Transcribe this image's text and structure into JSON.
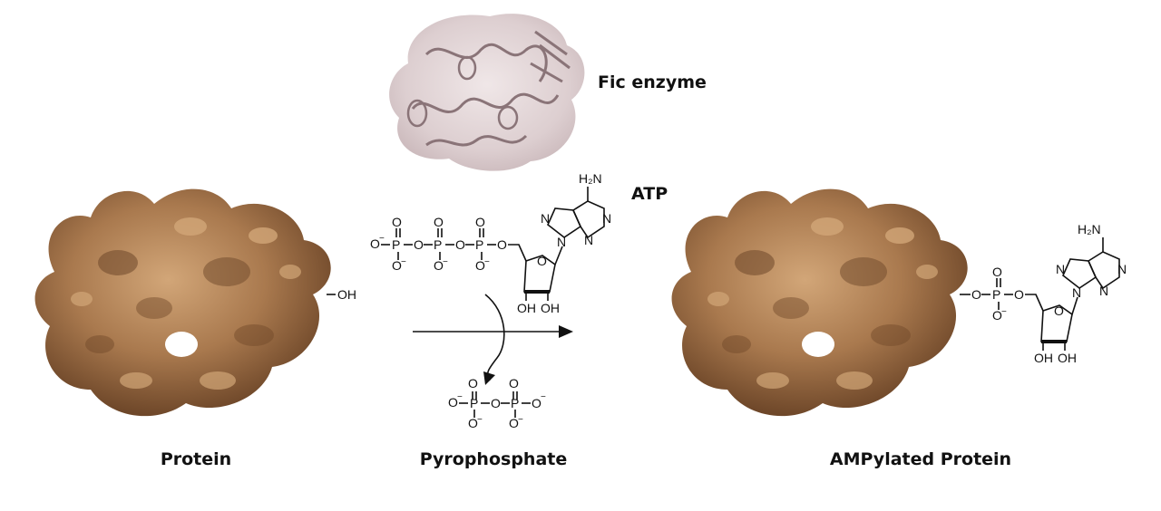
{
  "labels": {
    "protein": "Protein",
    "enzyme": "Fic enzyme",
    "atp": "ATP",
    "pyrophosphate": "Pyrophosphate",
    "product": "AMPylated Protein"
  },
  "chem": {
    "oh": "OH",
    "o": "O",
    "p": "P",
    "n": "N",
    "nh2": "H₂N",
    "o_minus": "O⁻",
    "minus": "−"
  },
  "colors": {
    "protein_fill": "#a9794e",
    "protein_shadow": "#6e4729",
    "protein_highlight": "#d2a678",
    "enzyme_fill": "#d9c9cb",
    "enzyme_ribbon": "#8a7478"
  }
}
